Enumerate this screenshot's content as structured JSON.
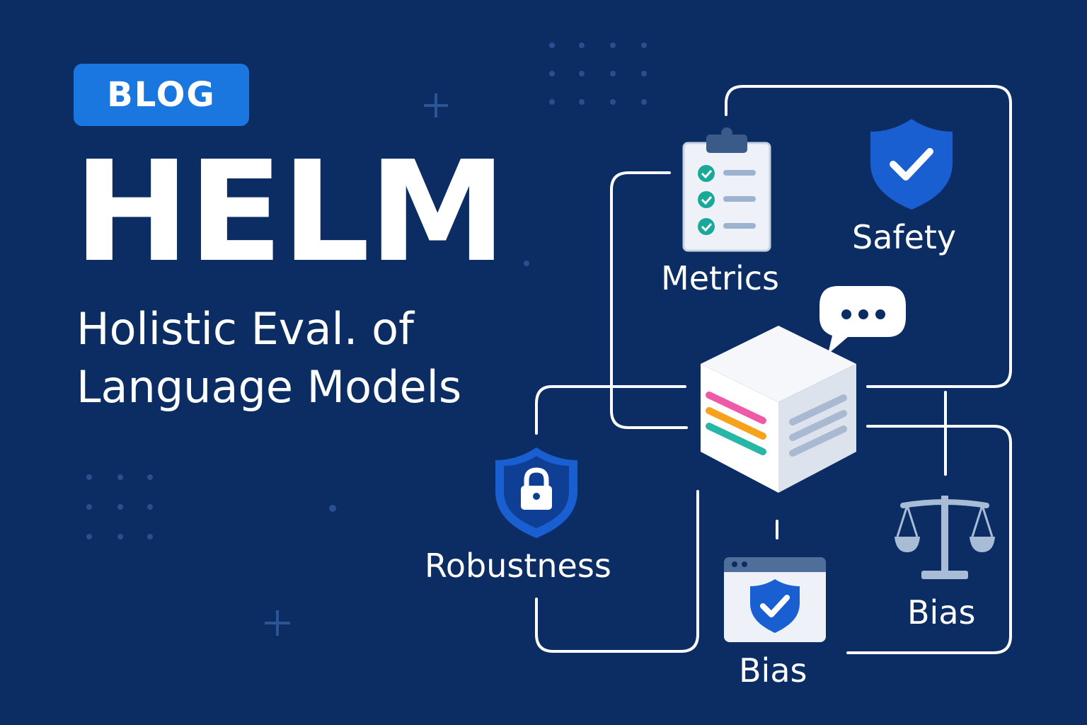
{
  "badge": {
    "label": "BLOG"
  },
  "title": "HELM",
  "subtitle": {
    "line1": "Holistic Eval. of",
    "line2": "Language Models"
  },
  "nodes": {
    "metrics": "Metrics",
    "safety": "Safety",
    "robustness": "Robustness",
    "bias_center": "Bias",
    "bias_right": "Bias"
  },
  "icons": {
    "metrics": "clipboard-checklist-icon",
    "safety": "shield-check-icon",
    "robustness": "shield-lock-icon",
    "bias_center": "browser-shield-icon",
    "bias_right": "balance-scale-icon",
    "center": "model-cube-icon",
    "chat": "chat-bubble-icon"
  },
  "colors": {
    "background": "#0b2d63",
    "accent": "#1b77e0",
    "line": "#ffffff",
    "shield": "#1a5fd1",
    "pink": "#ef5aa6",
    "orange": "#f6a21a",
    "teal": "#27b7a6"
  }
}
